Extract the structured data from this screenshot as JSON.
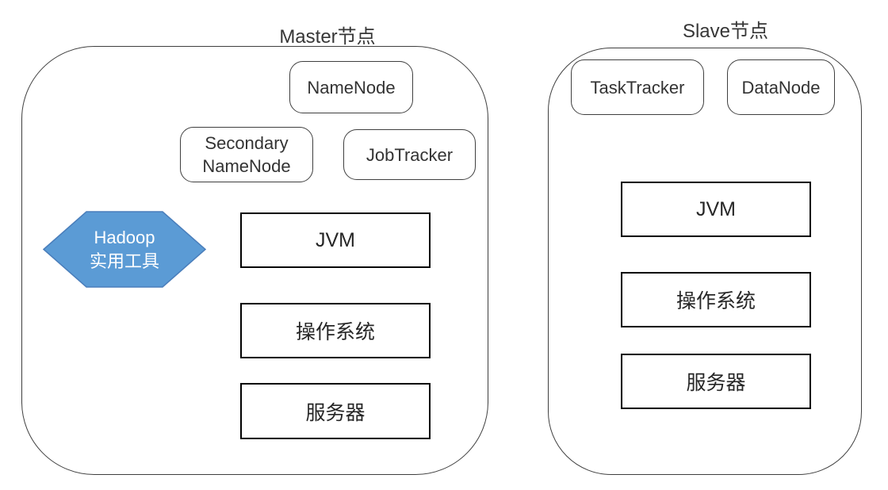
{
  "master": {
    "title": "Master节点",
    "namenode": "NameNode",
    "secondary_namenode_line1": "Secondary",
    "secondary_namenode_line2": "NameNode",
    "jobtracker": "JobTracker",
    "hexagon_line1": "Hadoop",
    "hexagon_line2": "实用工具",
    "jvm": "JVM",
    "os": "操作系统",
    "server": "服务器"
  },
  "slave": {
    "title": "Slave节点",
    "tasktracker": "TaskTracker",
    "datanode": "DataNode",
    "jvm": "JVM",
    "os": "操作系统",
    "server": "服务器"
  },
  "colors": {
    "background": "#FFFFFF",
    "hexagon_fill": "#5B9BD5",
    "hexagon_stroke": "#4A7EBB",
    "hexagon_text": "#FFFFFF",
    "rect_border": "#000000",
    "rounded_border": "#3F3F3F",
    "text": "#333333"
  }
}
